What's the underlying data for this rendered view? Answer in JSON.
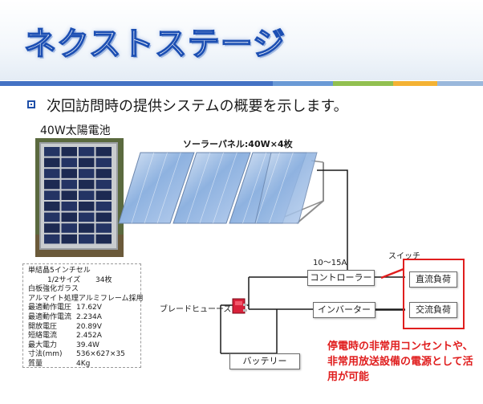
{
  "slide": {
    "title": "ネクストステージ",
    "bullet": "次回訪問時の提供システムの概要を示します。",
    "band_colors": [
      "#4472c4",
      "#6a9ad6",
      "#92c050",
      "#f4b233",
      "#9ab8dc"
    ]
  },
  "photo": {
    "label": "40W太陽電池"
  },
  "specs": {
    "lines": [
      {
        "k": "単結晶5インチセル",
        "v": ""
      },
      {
        "k": "1/2サイズ",
        "v": "34枚",
        "indent": true
      },
      {
        "k": "白板強化ガラス",
        "v": ""
      },
      {
        "k": "アルマイト処理アルミフレーム採用",
        "v": ""
      },
      {
        "k": "最適動作電圧",
        "v": "17.62V"
      },
      {
        "k": "最適動作電流",
        "v": "2.234A"
      },
      {
        "k": "開放電圧",
        "v": "20.89V"
      },
      {
        "k": "短絡電流",
        "v": "2.452A"
      },
      {
        "k": "最大電力",
        "v": "39.4W"
      },
      {
        "k": "寸法(mm)",
        "v": "536×627×35"
      },
      {
        "k": "質量",
        "v": "4Kg"
      }
    ]
  },
  "diagram": {
    "panel_label": "ソーラーパネル:40W×4枚",
    "current_label": "10～15A",
    "switch_label": "スイッチ",
    "fuse_label": "ブレードヒューーズ",
    "controller": "コントローラー",
    "inverter": "インバーター",
    "battery": "バッテリー",
    "dc_load": "直流負荷",
    "ac_load": "交流負荷",
    "note": "停電時の非常用コンセントや、非常用放送設備の電源として活用が可能",
    "accent_red": "#e01e1e"
  }
}
